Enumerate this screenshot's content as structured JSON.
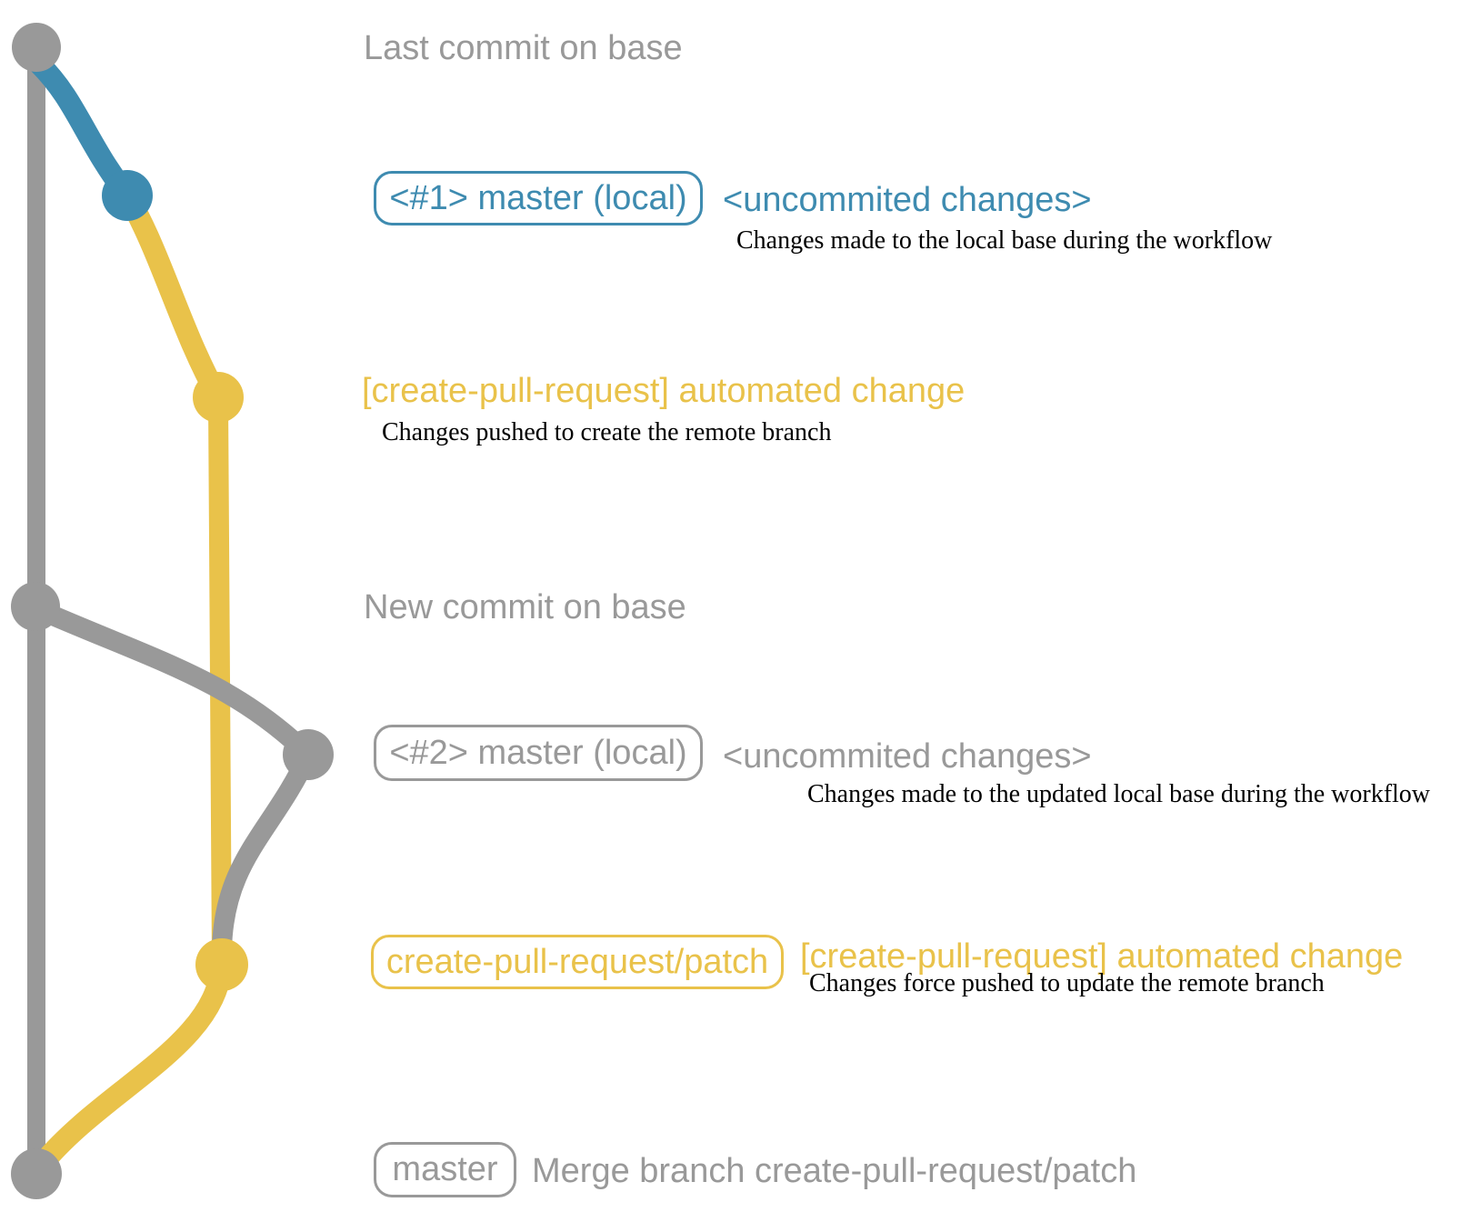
{
  "colors": {
    "gray": "#999999",
    "blue": "#3e8bb0",
    "yellow": "#e9c24a",
    "ink": "#000000"
  },
  "rows": {
    "last_commit": {
      "label": "Last commit on base"
    },
    "local1": {
      "pill": "<#1> master (local)",
      "title": "<uncommited changes>",
      "desc": "Changes made to the local base during the workflow"
    },
    "patch1": {
      "title": "[create-pull-request] automated change",
      "desc": "Changes pushed to create the remote branch"
    },
    "new_commit": {
      "label": "New commit on base"
    },
    "local2": {
      "pill": "<#2> master (local)",
      "title": "<uncommited changes>",
      "desc": "Changes made to the updated local base during the workflow"
    },
    "patch2": {
      "pill": "create-pull-request/patch",
      "title": "[create-pull-request] automated change",
      "desc": "Changes force pushed to update the remote branch"
    },
    "merge": {
      "pill": "master",
      "title": "Merge branch create-pull-request/patch"
    }
  },
  "graph": {
    "nodes": [
      {
        "id": "last-commit-on-base",
        "color": "#999999"
      },
      {
        "id": "local-master-commit-1",
        "color": "#3e8bb0"
      },
      {
        "id": "patch-commit-1",
        "color": "#e9c24a"
      },
      {
        "id": "new-commit-on-base",
        "color": "#999999"
      },
      {
        "id": "local-master-commit-2",
        "color": "#999999"
      },
      {
        "id": "patch-commit-2",
        "color": "#e9c24a"
      },
      {
        "id": "merge-commit",
        "color": "#999999"
      }
    ]
  }
}
